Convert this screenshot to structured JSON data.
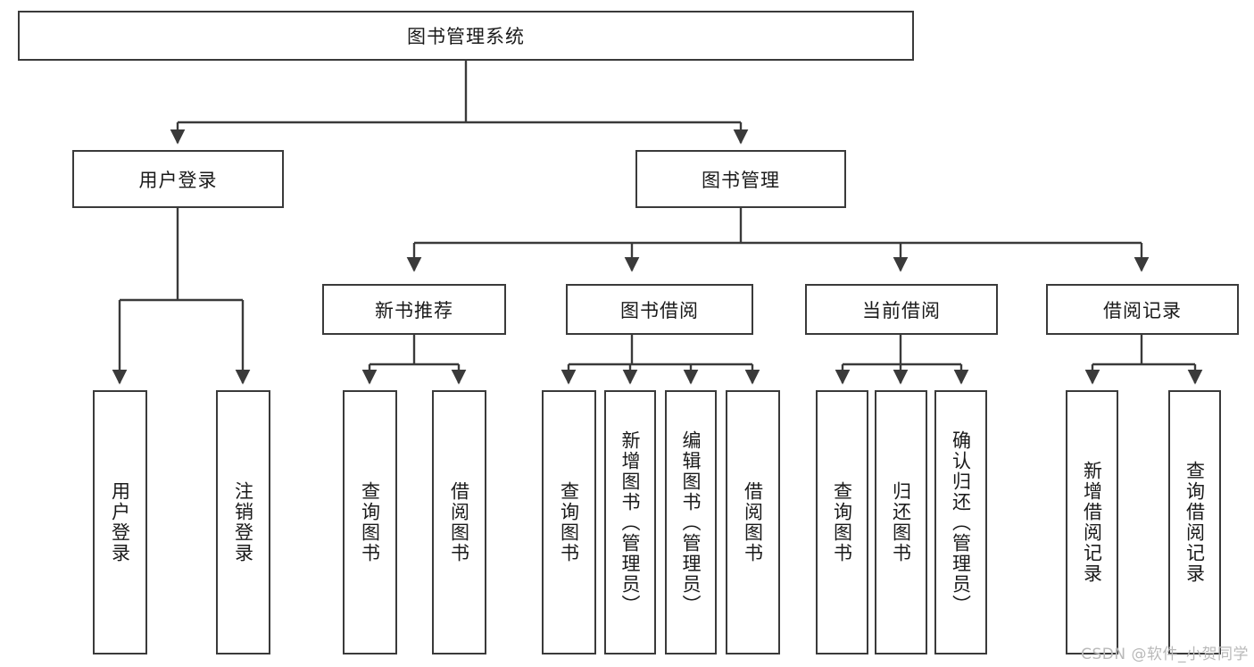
{
  "diagram": {
    "type": "tree-hierarchy",
    "title": "图书管理系统",
    "theme": {
      "background": "#ffffff",
      "box_border": "#3a3a3a",
      "box_fill": "#ffffff",
      "text": "#1a1a1a",
      "connector": "#3a3a3a",
      "watermark": "#b9b9b9"
    },
    "nodes": {
      "root": {
        "label": "图书管理系统",
        "orientation": "horizontal"
      },
      "user_login": {
        "label": "用户登录",
        "orientation": "horizontal"
      },
      "book_manage": {
        "label": "图书管理",
        "orientation": "horizontal"
      },
      "new_book_rec": {
        "label": "新书推荐",
        "orientation": "horizontal"
      },
      "book_borrow": {
        "label": "图书借阅",
        "orientation": "horizontal"
      },
      "current_borrow": {
        "label": "当前借阅",
        "orientation": "horizontal"
      },
      "borrow_record": {
        "label": "借阅记录",
        "orientation": "horizontal"
      },
      "leaf_user_login": {
        "label": "用户登录",
        "orientation": "vertical"
      },
      "leaf_logout": {
        "label": "注销登录",
        "orientation": "vertical"
      },
      "leaf_query_book_1": {
        "label": "查询图书",
        "orientation": "vertical"
      },
      "leaf_borrow_book_1": {
        "label": "借阅图书",
        "orientation": "vertical"
      },
      "leaf_query_book_2": {
        "label": "查询图书",
        "orientation": "vertical"
      },
      "leaf_add_book": {
        "label": "新增图书（管理员）",
        "orientation": "vertical"
      },
      "leaf_edit_book": {
        "label": "编辑图书（管理员）",
        "orientation": "vertical"
      },
      "leaf_borrow_book_2": {
        "label": "借阅图书",
        "orientation": "vertical"
      },
      "leaf_query_book_3": {
        "label": "查询图书",
        "orientation": "vertical"
      },
      "leaf_return_book": {
        "label": "归还图书",
        "orientation": "vertical"
      },
      "leaf_confirm_return": {
        "label": "确认归还（管理员）",
        "orientation": "vertical"
      },
      "leaf_add_record": {
        "label": "新增借阅记录",
        "orientation": "vertical"
      },
      "leaf_query_record": {
        "label": "查询借阅记录",
        "orientation": "vertical"
      }
    },
    "hierarchy": {
      "图书管理系统": {
        "用户登录": [
          "用户登录",
          "注销登录"
        ],
        "图书管理": {
          "新书推荐": [
            "查询图书",
            "借阅图书"
          ],
          "图书借阅": [
            "查询图书",
            "新增图书（管理员）",
            "编辑图书（管理员）",
            "借阅图书"
          ],
          "当前借阅": [
            "查询图书",
            "归还图书",
            "确认归还（管理员）"
          ],
          "借阅记录": [
            "新增借阅记录",
            "查询借阅记录"
          ]
        }
      }
    },
    "watermark": "CSDN @软件_小贺同学"
  }
}
